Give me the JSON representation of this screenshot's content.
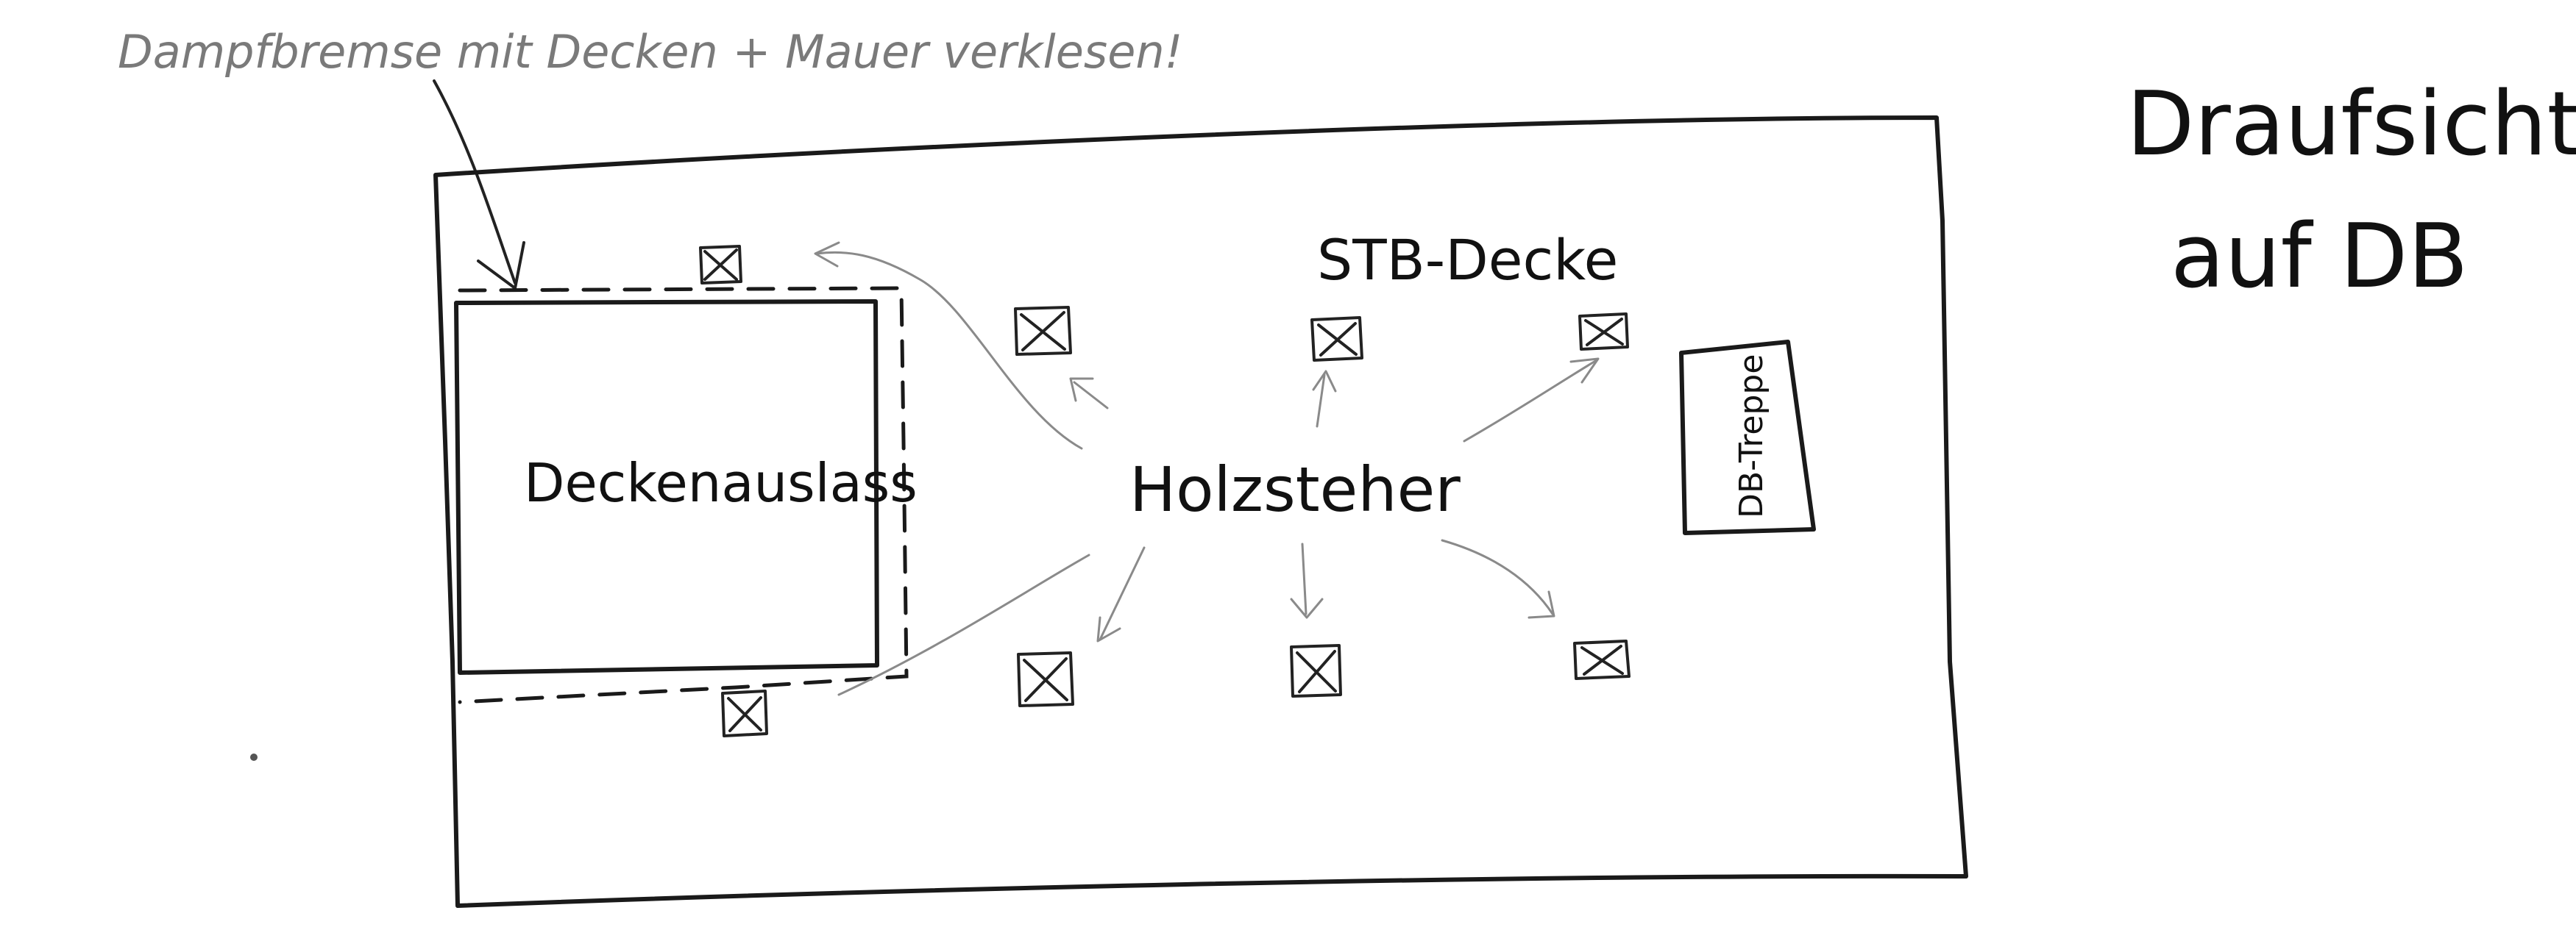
{
  "annotation_top": "Dampfbremse mit Decken + Mauer verklesen!",
  "title_line1": "Draufsicht",
  "title_line2": "auf DB",
  "label_slab": "STB-Decke",
  "label_opening": "Deckenauslass",
  "label_posts": "Holzsteher",
  "label_stair": "DB-Treppe",
  "colors": {
    "ink": "#1a1a1a",
    "pencil": "#8a8a8a",
    "paper": "#ffffff"
  },
  "icons": {
    "post": "boxed-x-icon"
  }
}
